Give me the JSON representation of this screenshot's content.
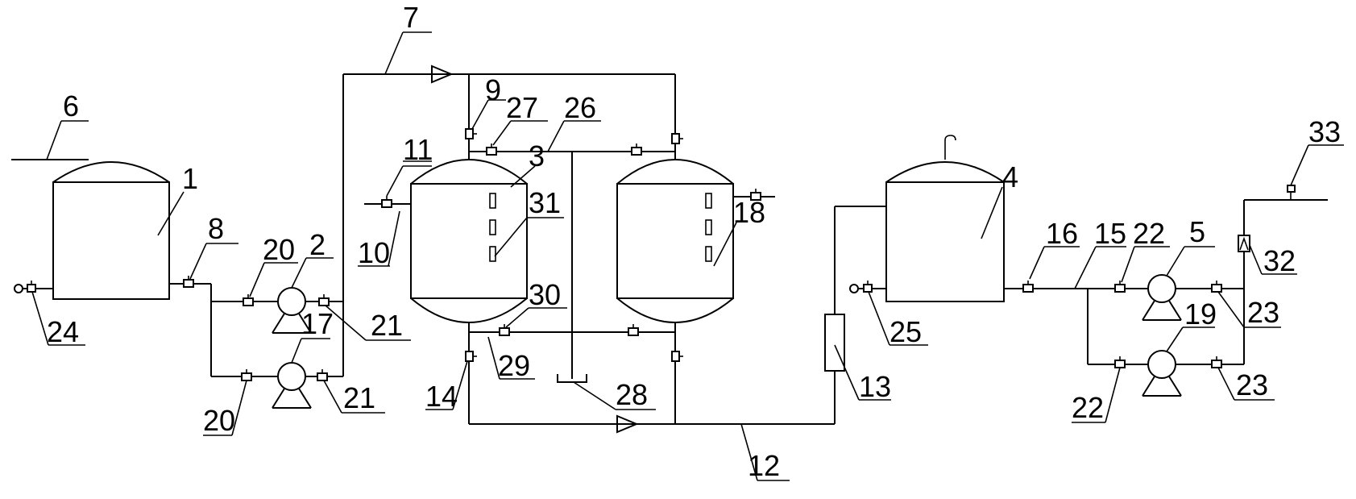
{
  "diagram": {
    "labels": {
      "l1": "1",
      "l2": "2",
      "l3": "3",
      "l4": "4",
      "l5": "5",
      "l6": "6",
      "l7": "7",
      "l8": "8",
      "l9": "9",
      "l10": "10",
      "l11": "11",
      "l12": "12",
      "l13": "13",
      "l14": "14",
      "l15": "15",
      "l16": "16",
      "l17": "17",
      "l18": "18",
      "l19": "19",
      "l20a": "20",
      "l20b": "20",
      "l21a": "21",
      "l21b": "21",
      "l22a": "22",
      "l22b": "22",
      "l23a": "23",
      "l23b": "23",
      "l24": "24",
      "l25": "25",
      "l26": "26",
      "l27": "27",
      "l28": "28",
      "l29": "29",
      "l30": "30",
      "l31": "31",
      "l32": "32",
      "l33": "33"
    }
  }
}
